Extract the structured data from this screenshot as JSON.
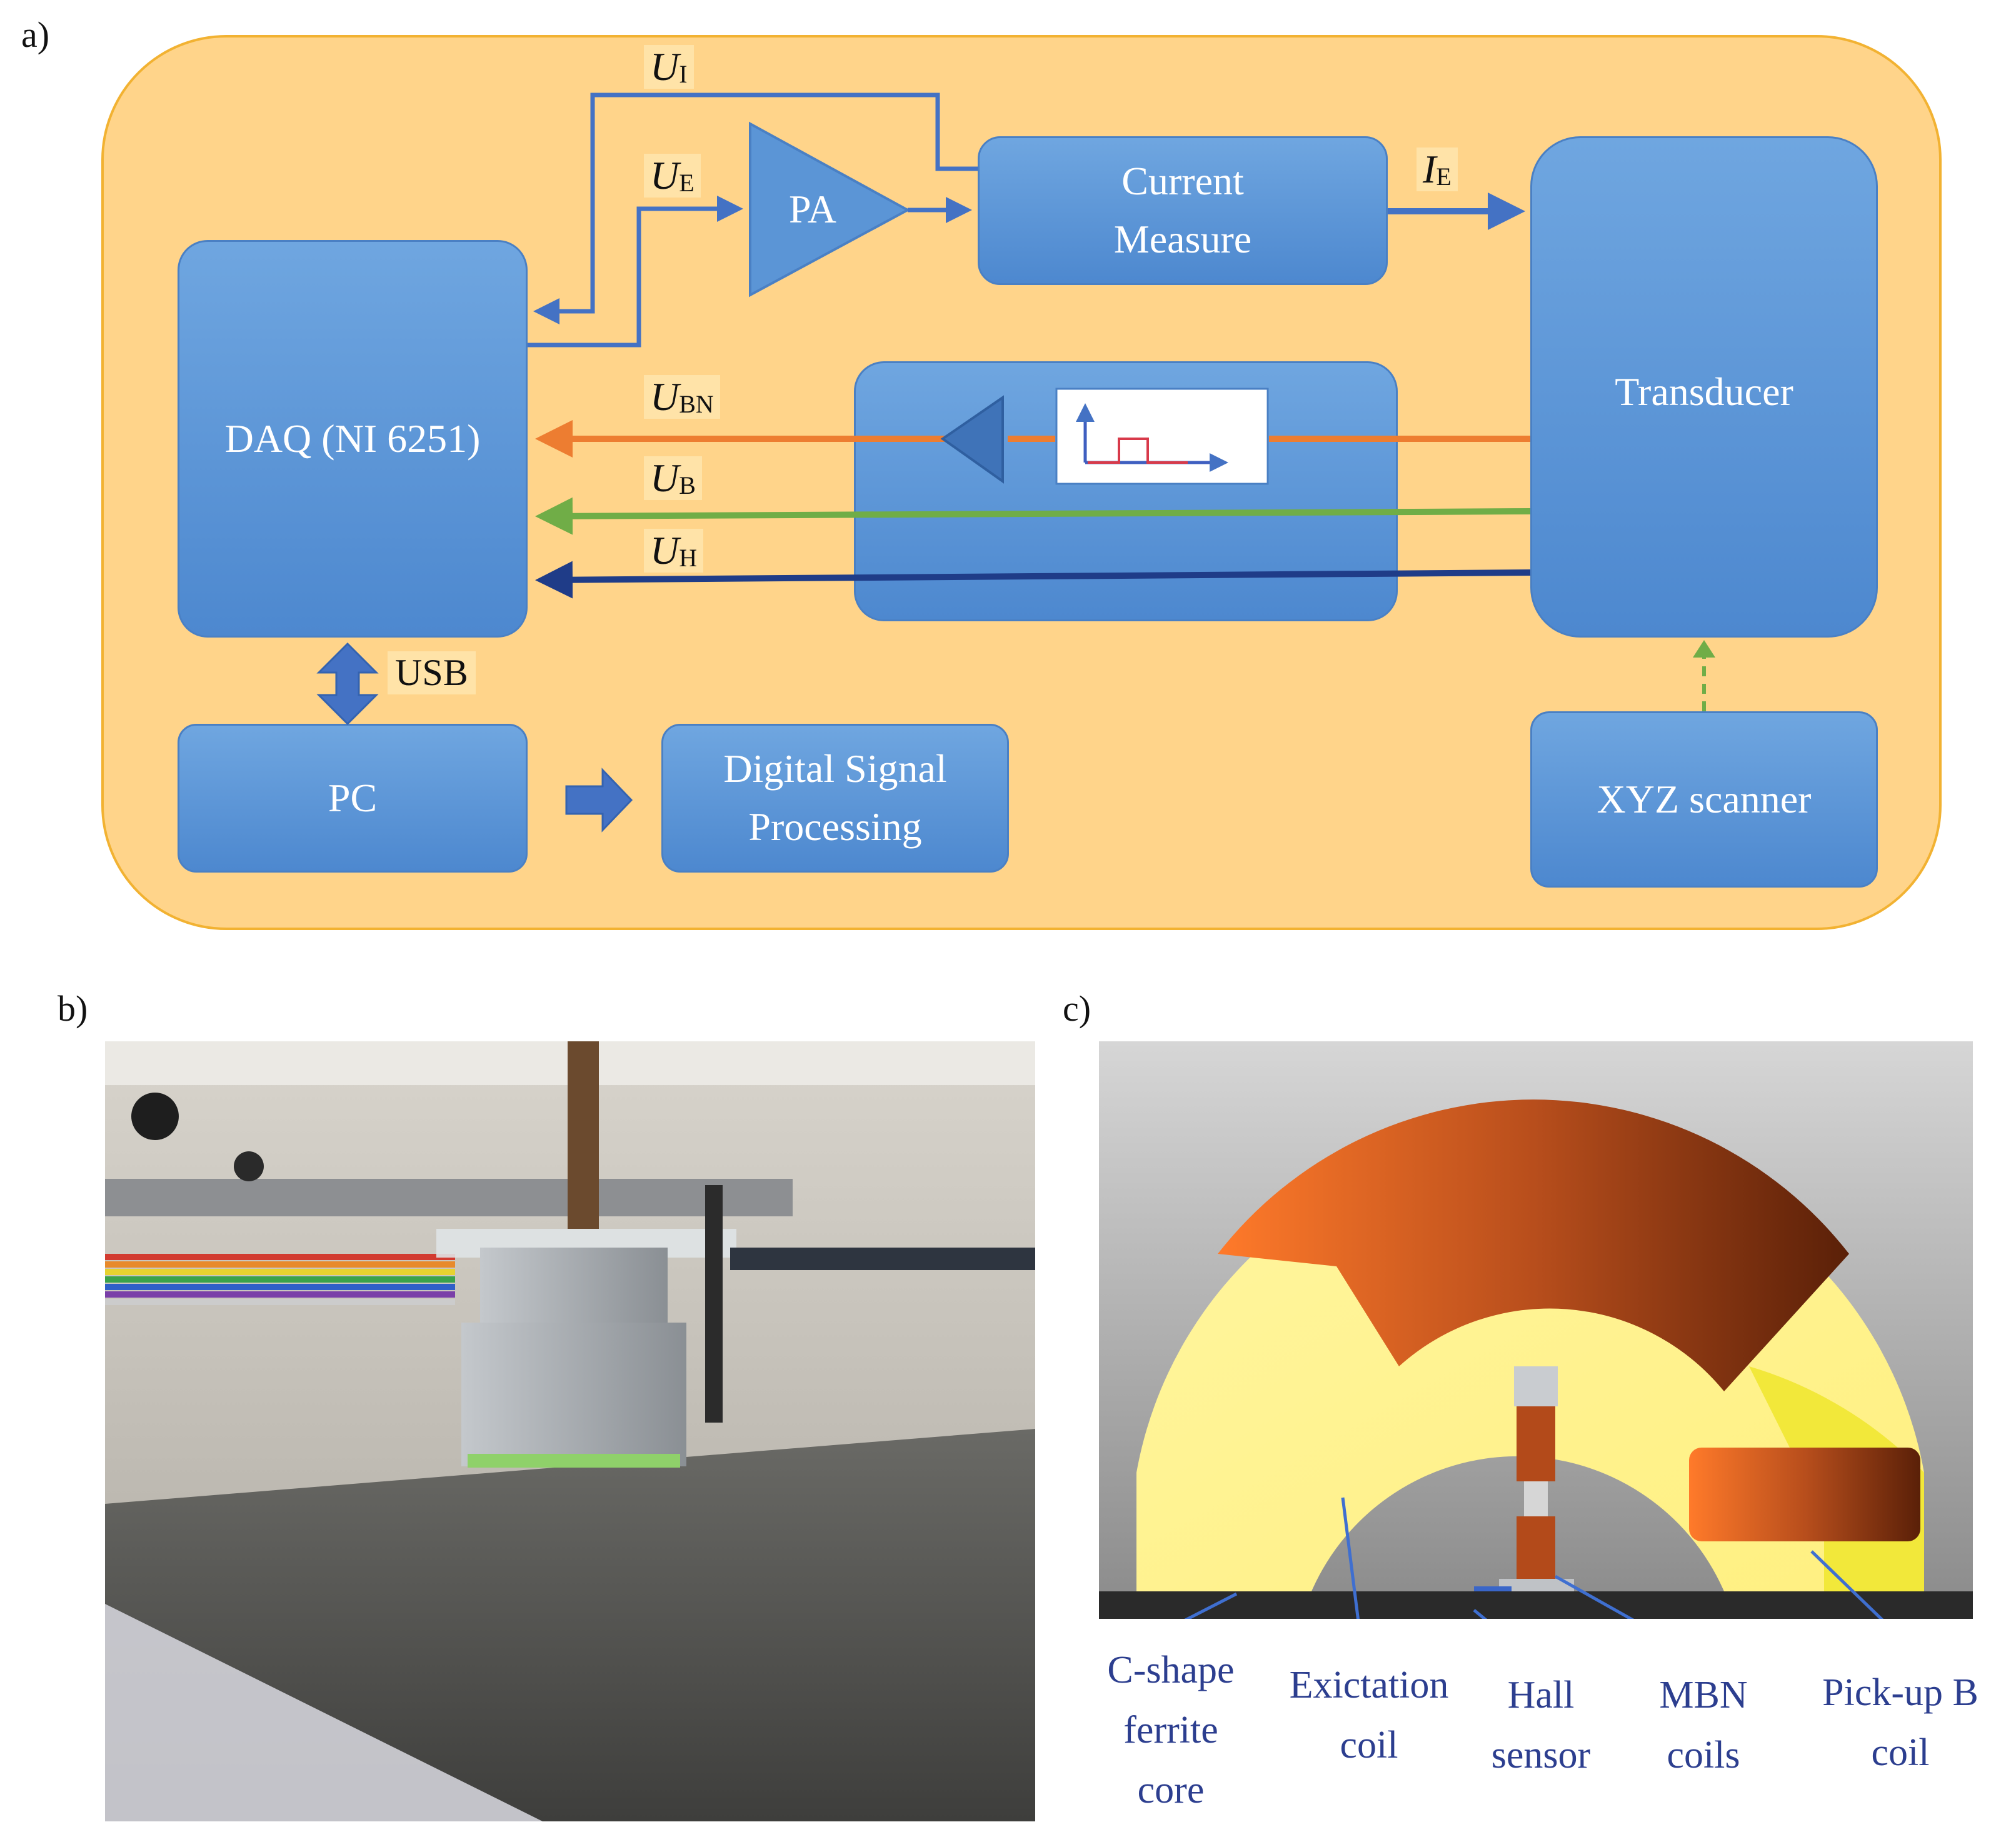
{
  "panels": {
    "a": "a)",
    "b": "b)",
    "c": "c)"
  },
  "diagram": {
    "blocks": {
      "daq": "DAQ (NI 6251)",
      "pa": "PA",
      "current_measure": [
        "Current",
        "Measure"
      ],
      "transducer": "Transducer",
      "pc": "PC",
      "dsp": [
        "Digital Signal",
        "Processing"
      ],
      "xyz": "XYZ scanner"
    },
    "signals": {
      "ui": {
        "main": "U",
        "sub": "I"
      },
      "ue": {
        "main": "U",
        "sub": "E"
      },
      "ie": {
        "main": "I",
        "sub": "E"
      },
      "ubn": {
        "main": "U",
        "sub": "BN"
      },
      "ub": {
        "main": "U",
        "sub": "B"
      },
      "uh": {
        "main": "U",
        "sub": "H"
      }
    },
    "usb": "USB",
    "colors": {
      "system_bg": "#ffd48a",
      "block": "#5b95d6",
      "blue_line": "#4472c4",
      "mbn_line": "#ed7d31",
      "b_line": "#70ad47",
      "h_line": "#1f3c88"
    }
  },
  "labels_c": {
    "core": [
      "C-shape",
      "ferrite",
      "core"
    ],
    "excitation": [
      "Exictation",
      "coil"
    ],
    "hall": [
      "Hall",
      "sensor"
    ],
    "mbn": [
      "MBN",
      "coils"
    ],
    "pickup": [
      "Pick-up B",
      "coil"
    ]
  }
}
